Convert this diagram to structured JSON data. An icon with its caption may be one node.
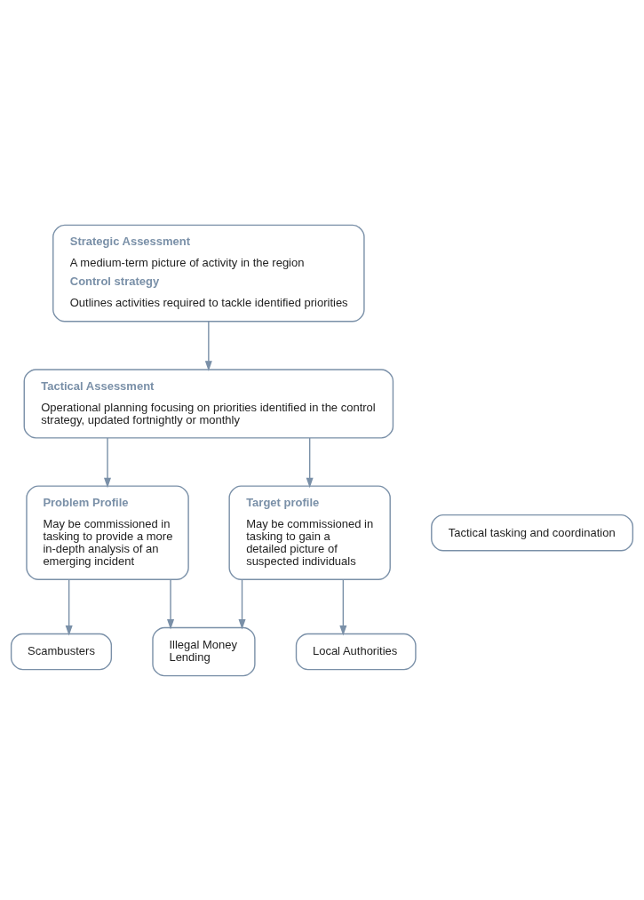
{
  "diagram": {
    "nodes": [
      {
        "text": [
          "Strategic Assessment",
          "A medium-term picture of activity in the region",
          "Control strategy",
          "Outlines activities required to tackle identified priorities"
        ]
      },
      {
        "text": [
          "Tactical Assessment",
          "Operational planning focusing on priorities identified in the control strategy, updated fortnightly or monthly"
        ]
      },
      {
        "text": [
          "Tactical tasking and coordination"
        ]
      },
      {
        "text": [
          "Problem Profile",
          "May be commissioned in tasking to provide a more in-depth analysis of an emerging incident"
        ]
      },
      {
        "text": [
          "Target profile",
          "May be commissioned in tasking to gain a detailed picture of suspected individuals"
        ]
      },
      {
        "text": [
          "Scambusters"
        ]
      },
      {
        "text": [
          "Illegal Money Lending"
        ]
      },
      {
        "text": [
          "Local Authorities"
        ]
      }
    ],
    "edges": [
      {
        "from": 0,
        "to": 1,
        "arrow": "to"
      },
      {
        "from": 1,
        "to": 3,
        "arrow": "to"
      },
      {
        "from": 1,
        "to": 4,
        "arrow": "to"
      },
      {
        "from": 3,
        "to": 5,
        "arrow": "to"
      },
      {
        "from": 3,
        "to": 6,
        "arrow": "to"
      },
      {
        "from": 4,
        "to": 6,
        "arrow": "to"
      },
      {
        "from": 4,
        "to": 7,
        "arrow": "to"
      }
    ]
  }
}
